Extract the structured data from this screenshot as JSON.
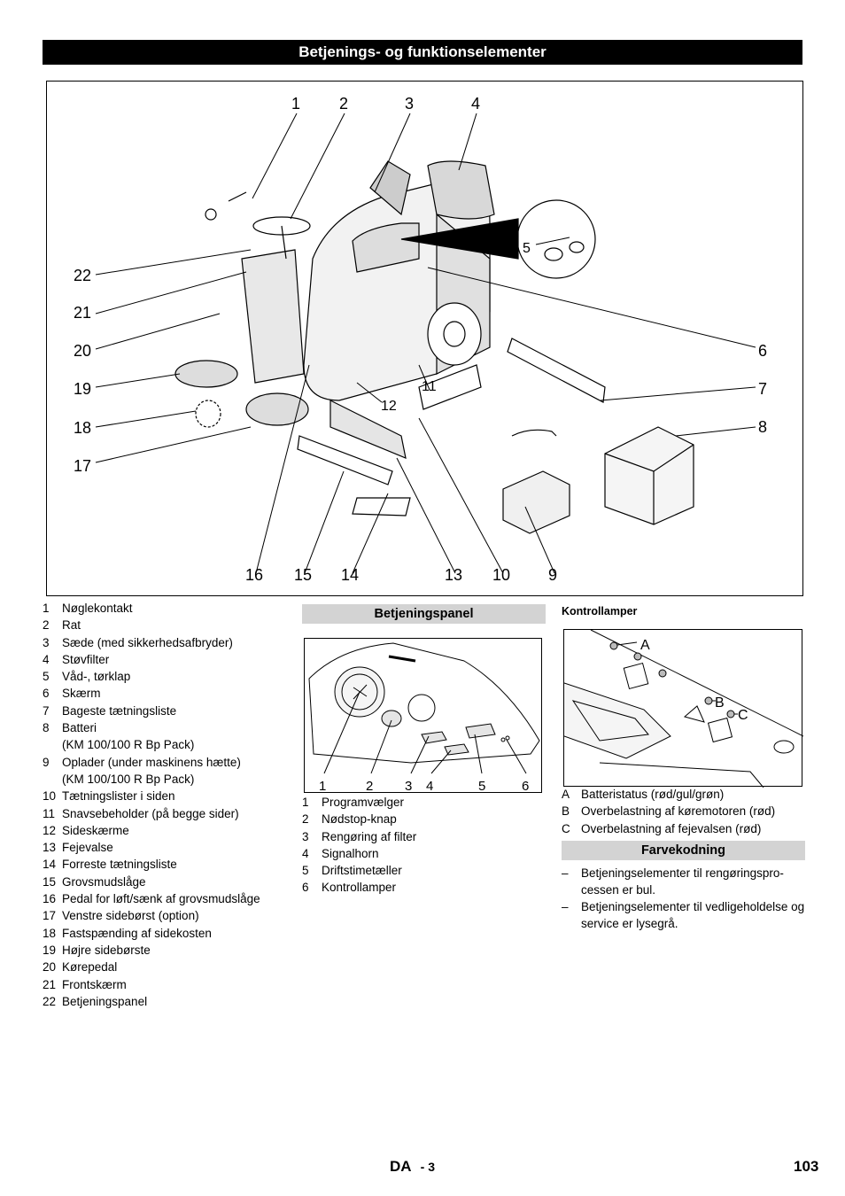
{
  "header": {
    "title": "Betjenings- og funktionselementer"
  },
  "main_figure": {
    "callouts": [
      "1",
      "2",
      "3",
      "4",
      "5",
      "6",
      "7",
      "8",
      "9",
      "10",
      "11",
      "12",
      "13",
      "14",
      "15",
      "16",
      "17",
      "18",
      "19",
      "20",
      "21",
      "22"
    ]
  },
  "legend": [
    {
      "num": "1",
      "text": "Nøglekontakt"
    },
    {
      "num": "2",
      "text": "Rat"
    },
    {
      "num": "3",
      "text": "Sæde (med sikkerhedsafbryder)"
    },
    {
      "num": "4",
      "text": "Støvfilter"
    },
    {
      "num": "5",
      "text": "Våd-, tørklap"
    },
    {
      "num": "6",
      "text": "Skærm"
    },
    {
      "num": "7",
      "text": "Bageste tætningsliste"
    },
    {
      "num": "8",
      "text": "Batteri"
    },
    {
      "num": "",
      "text": "(KM 100/100 R Bp Pack)"
    },
    {
      "num": "9",
      "text": "Oplader (under maskinens hætte)"
    },
    {
      "num": "",
      "text": "(KM 100/100 R Bp Pack)"
    },
    {
      "num": "10",
      "text": "Tætningslister i siden"
    },
    {
      "num": "11",
      "text": "Snavsebeholder (på begge sider)"
    },
    {
      "num": "12",
      "text": "Sideskærme"
    },
    {
      "num": "13",
      "text": "Fejevalse"
    },
    {
      "num": "14",
      "text": "Forreste tætningsliste"
    },
    {
      "num": "15",
      "text": "Grovsmudslåge"
    },
    {
      "num": "16",
      "text": "Pedal for løft/sænk af grovsmudslåge"
    },
    {
      "num": "17",
      "text": "Venstre sidebørst (option)"
    },
    {
      "num": "18",
      "text": "Fastspænding af sidekosten"
    },
    {
      "num": "19",
      "text": "Højre sidebørste"
    },
    {
      "num": "20",
      "text": "Kørepedal"
    },
    {
      "num": "21",
      "text": "Frontskærm"
    },
    {
      "num": "22",
      "text": "Betjeningspanel"
    }
  ],
  "control_panel": {
    "heading": "Betjeningspanel",
    "callouts": [
      "1",
      "2",
      "3",
      "4",
      "5",
      "6"
    ],
    "items": [
      {
        "num": "1",
        "text": "Programvælger"
      },
      {
        "num": "2",
        "text": "Nødstop-knap"
      },
      {
        "num": "3",
        "text": "Rengøring af filter"
      },
      {
        "num": "4",
        "text": "Signalhorn"
      },
      {
        "num": "5",
        "text": "Driftstimetæller"
      },
      {
        "num": "6",
        "text": "Kontrollamper"
      }
    ]
  },
  "indicator_lamps": {
    "heading": "Kontrollamper",
    "callouts": [
      "A",
      "B",
      "C"
    ],
    "items": [
      {
        "num": "A",
        "text": "Batteristatus (rød/gul/grøn)"
      },
      {
        "num": "B",
        "text": "Overbelastning af køremotoren (rød)"
      },
      {
        "num": "C",
        "text": "Overbelastning af fejevalsen (rød)"
      }
    ]
  },
  "color_coding": {
    "heading": "Farvekodning",
    "items": [
      {
        "dash": "–",
        "text": "Betjeningselementer til rengøringspro-cessen er bul."
      },
      {
        "dash": "–",
        "text": "Betjeningselementer til vedligeholdelse og service er lysegrå."
      }
    ]
  },
  "footer": {
    "lang": "DA",
    "section": "- 3",
    "page": "103"
  }
}
